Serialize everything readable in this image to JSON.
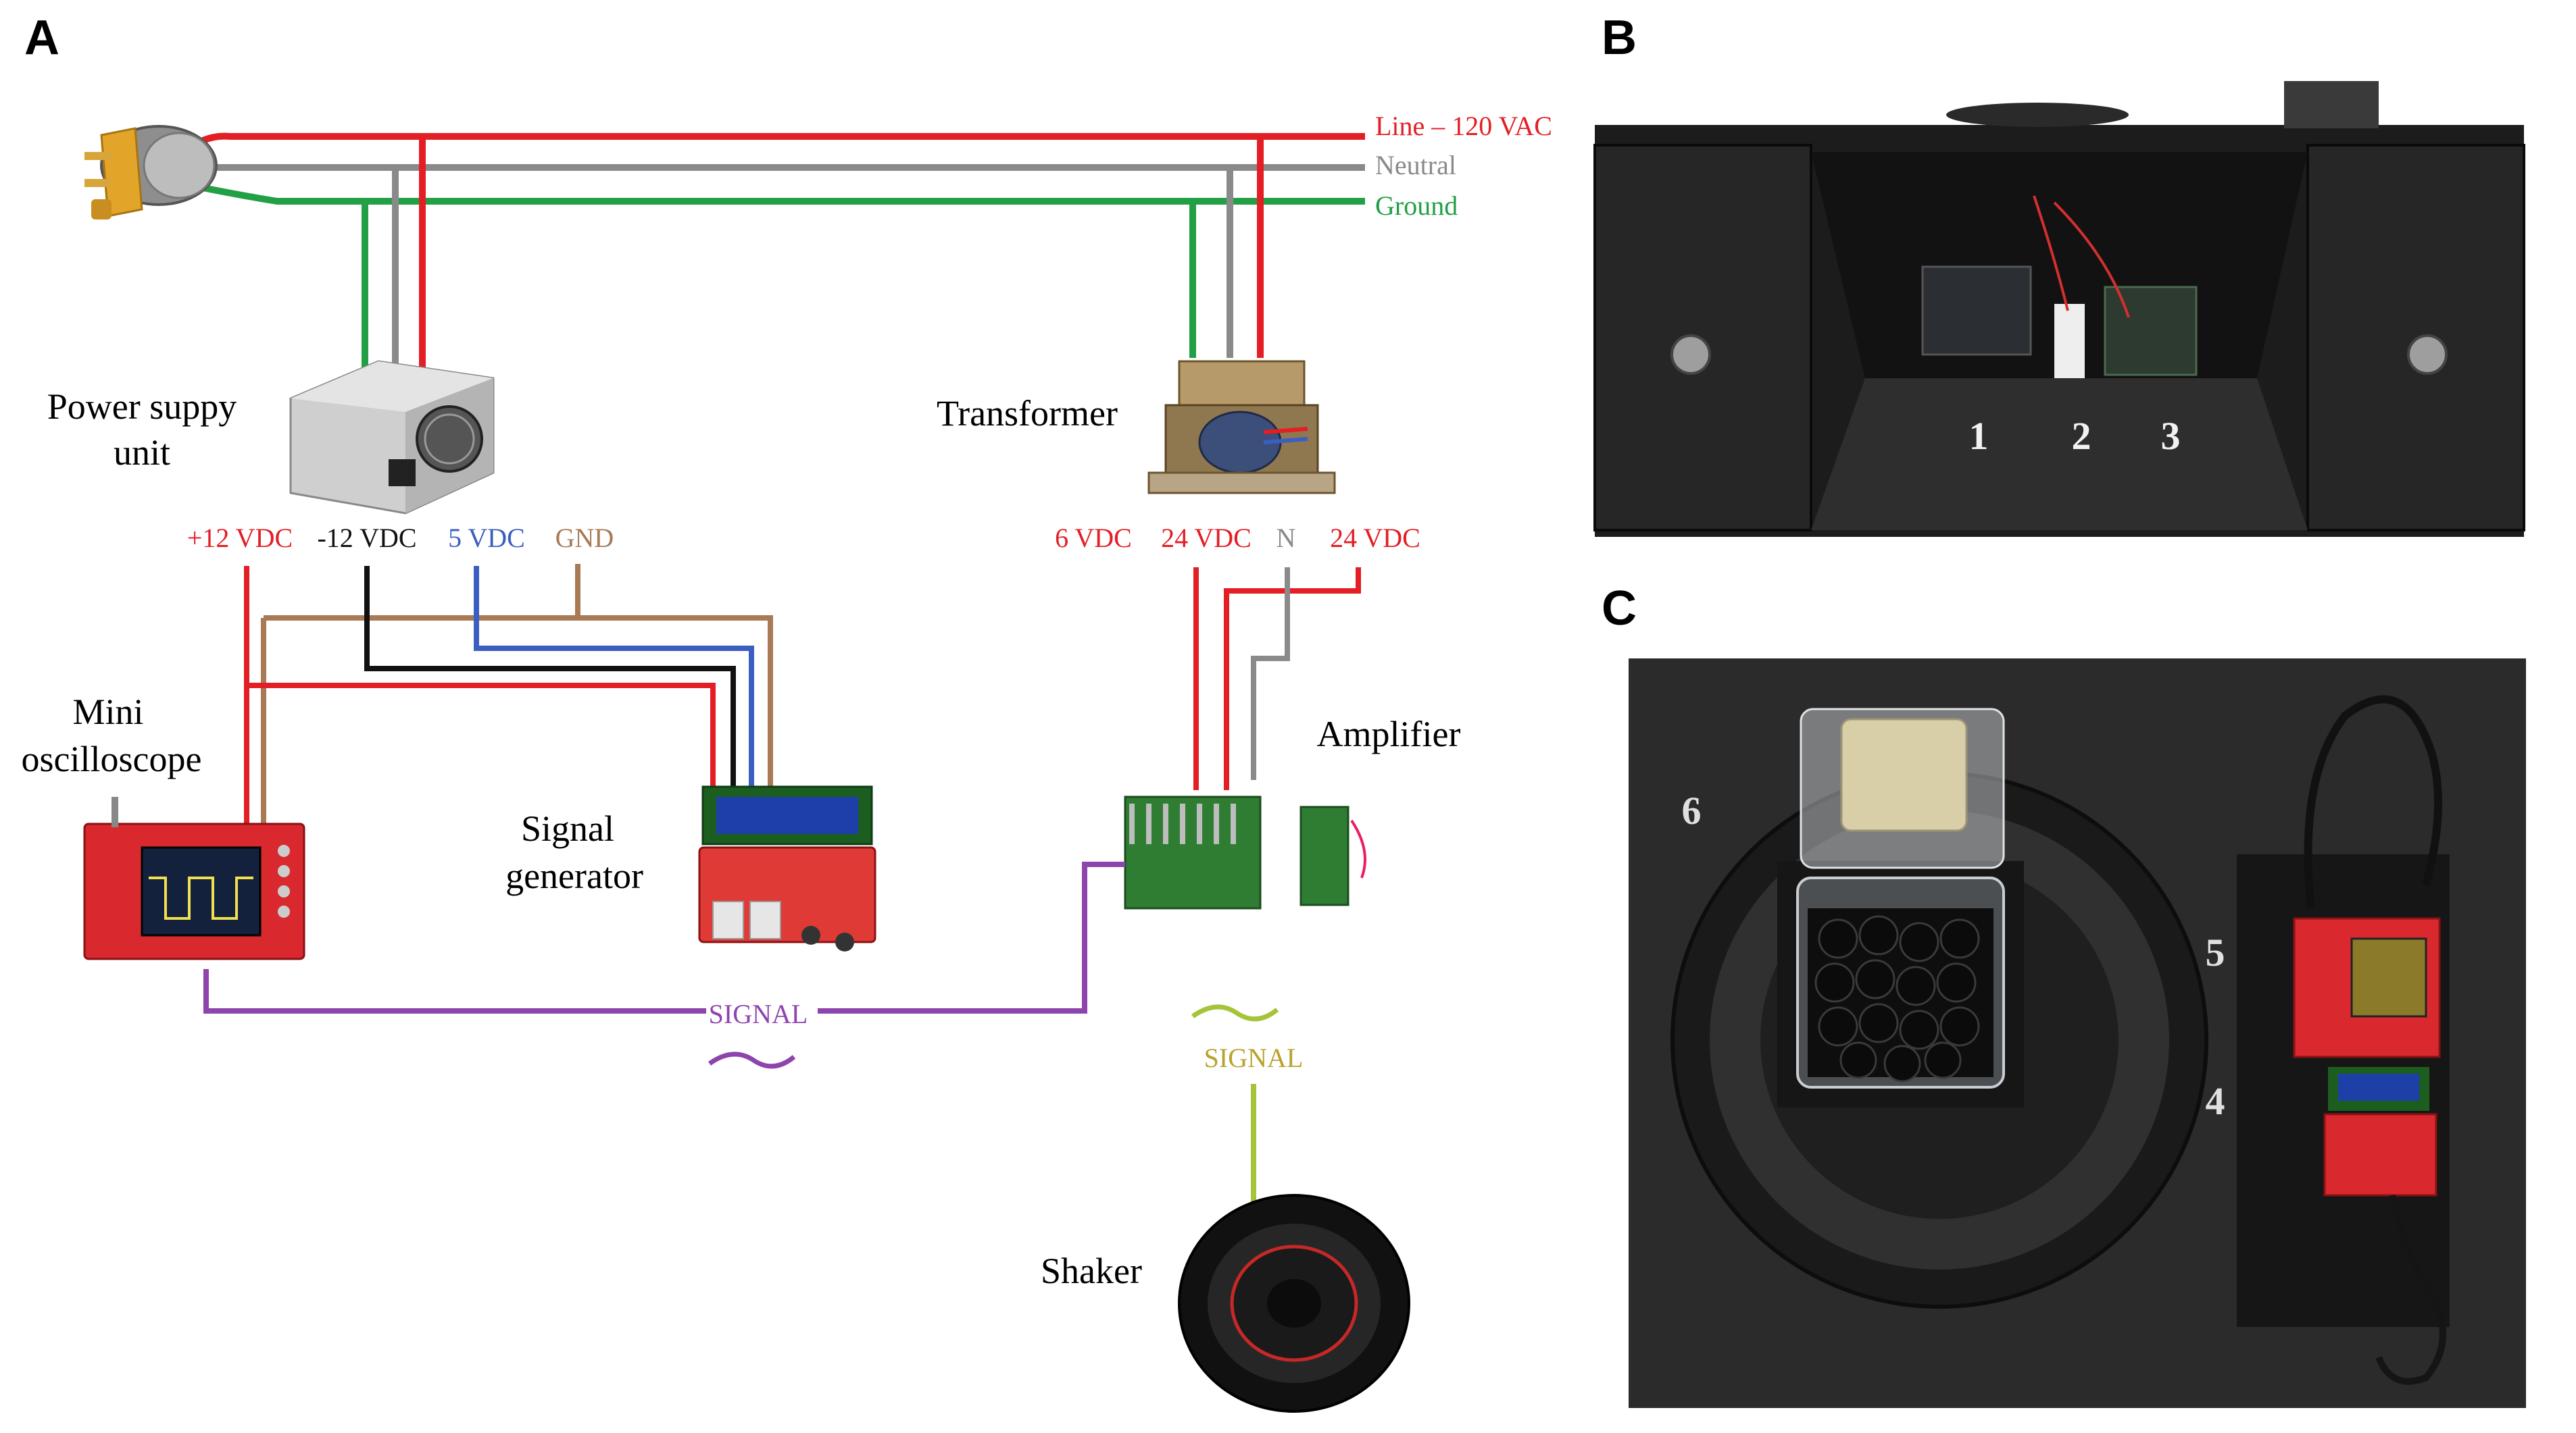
{
  "panels": {
    "a": "A",
    "b": "B",
    "c": "C"
  },
  "mains": {
    "line": "Line – 120 VAC",
    "neutral": "Neutral",
    "ground": "Ground"
  },
  "components": {
    "psu_line1": "Power suppy",
    "psu_line2": "unit",
    "transformer": "Transformer",
    "oscilloscope_line1": "Mini",
    "oscilloscope_line2": "oscilloscope",
    "siggen_line1": "Signal",
    "siggen_line2": "generator",
    "amplifier": "Amplifier",
    "shaker": "Shaker"
  },
  "psu_outputs": [
    "+12 VDC",
    "-12 VDC",
    "5 VDC",
    "GND"
  ],
  "transformer_outputs": [
    "6 VDC",
    "24 VDC",
    "N",
    "24 VDC"
  ],
  "signals": {
    "signal_1": "SIGNAL",
    "signal_2": "SIGNAL"
  },
  "photo_b_labels": [
    "1",
    "2",
    "3"
  ],
  "photo_c_labels": [
    "6",
    "5",
    "4"
  ],
  "colors": {
    "line": "#e31e24",
    "neutral": "#8a8a8a",
    "ground": "#21a045",
    "minus12": "#111111",
    "five_v": "#3b5fc0",
    "gnd": "#a87a55",
    "signal_purple": "#8e44ad",
    "signal_green": "#a6c43a",
    "signal_text_gold": "#b8a22b"
  }
}
